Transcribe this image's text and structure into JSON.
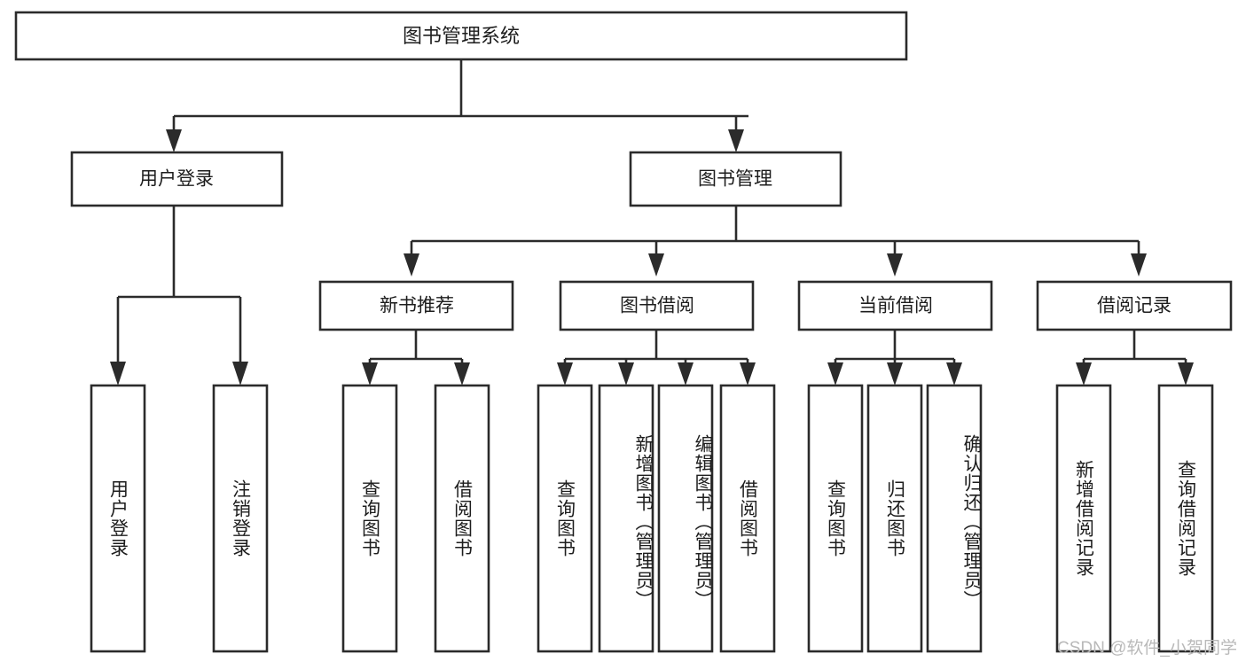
{
  "diagram": {
    "type": "tree-hierarchy-chart",
    "title": "图书管理系统",
    "watermark": "CSDN @软件_小贺同学",
    "root": {
      "id": "root",
      "label": "图书管理系统"
    },
    "level2": [
      {
        "id": "user-login",
        "label": "用户登录"
      },
      {
        "id": "book-manage",
        "label": "图书管理"
      }
    ],
    "level3": [
      {
        "id": "new-book-recommend",
        "label": "新书推荐",
        "parent": "book-manage"
      },
      {
        "id": "book-borrow",
        "label": "图书借阅",
        "parent": "book-manage"
      },
      {
        "id": "current-borrow",
        "label": "当前借阅",
        "parent": "book-manage"
      },
      {
        "id": "borrow-record",
        "label": "借阅记录",
        "parent": "book-manage"
      }
    ],
    "leaves": {
      "user-login": [
        {
          "id": "leaf-user-login",
          "label": "用户登录"
        },
        {
          "id": "leaf-user-logout",
          "label": "注销登录"
        }
      ],
      "new-book-recommend": [
        {
          "id": "leaf-query-book-1",
          "label": "查询图书"
        },
        {
          "id": "leaf-borrow-book-1",
          "label": "借阅图书"
        }
      ],
      "book-borrow": [
        {
          "id": "leaf-query-book-2",
          "label": "查询图书"
        },
        {
          "id": "leaf-add-book",
          "label": "新增图书（管理员）"
        },
        {
          "id": "leaf-edit-book",
          "label": "编辑图书（管理员）"
        },
        {
          "id": "leaf-borrow-book-2",
          "label": "借阅图书"
        }
      ],
      "current-borrow": [
        {
          "id": "leaf-query-book-3",
          "label": "查询图书"
        },
        {
          "id": "leaf-return-book",
          "label": "归还图书"
        },
        {
          "id": "leaf-confirm-return",
          "label": "确认归还（管理员）"
        }
      ],
      "borrow-record": [
        {
          "id": "leaf-add-record",
          "label": "新增借阅记录"
        },
        {
          "id": "leaf-query-record",
          "label": "查询借阅记录"
        }
      ]
    },
    "colors": {
      "background": "#ffffff",
      "box_fill": "#ffffff",
      "box_stroke": "#2b2b2b",
      "text": "#1d1d1d",
      "watermark": "#b9b9b9"
    }
  }
}
